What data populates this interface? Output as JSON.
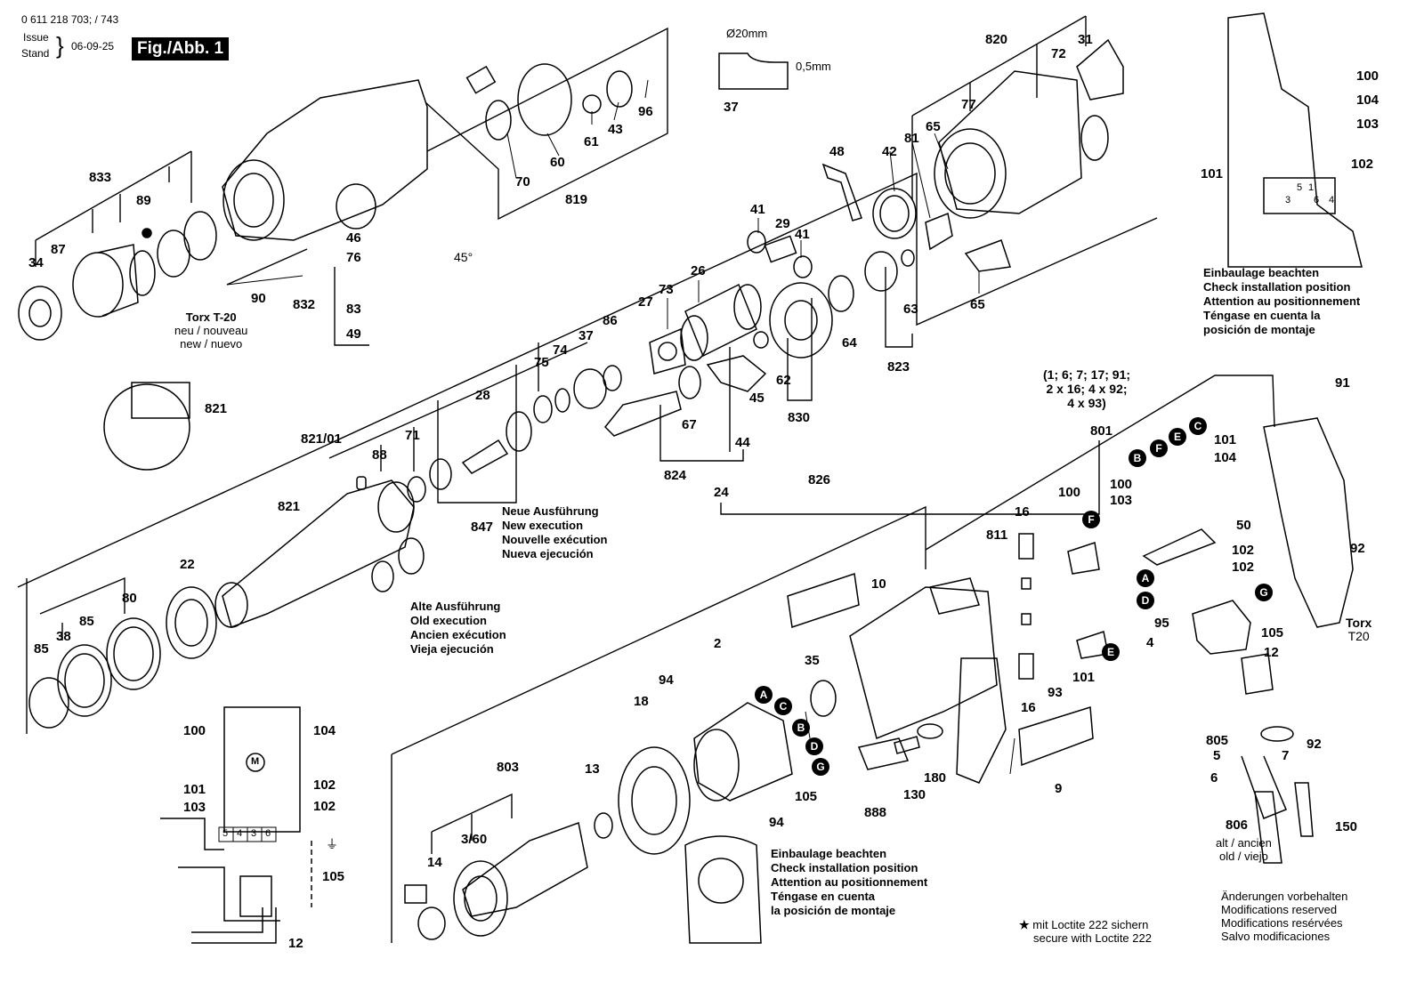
{
  "header": {
    "part_number": "0 611 218 703; / 743",
    "issue_label": "Issue",
    "stand_label": "Stand",
    "date": "06-09-25",
    "figure": "Fig./Abb. 1"
  },
  "dimension_note": {
    "diameter": "Ø20mm",
    "thickness": "0,5mm",
    "part": "37"
  },
  "angle": "45°",
  "torx_note": [
    "Torx T-20",
    "neu / nouveau",
    "new / nuevo"
  ],
  "torx_right": [
    "Torx",
    "T20"
  ],
  "new_execution": [
    "Neue Ausführung",
    "New execution",
    "Nouvelle exécution",
    "Nueva ejecución"
  ],
  "old_execution": [
    "Alte Ausführung",
    "Old execution",
    "Ancien exécution",
    "Vieja ejecución"
  ],
  "install_note_top": [
    "Einbaulage beachten",
    "Check installation position",
    "Attention au positionnement",
    "Téngase en cuenta la",
    "posición de montaje"
  ],
  "install_note_bottom": [
    "Einbaulage beachten",
    "Check installation position",
    "Attention au positionnement",
    "Téngase en cuenta",
    "la posición de montaje"
  ],
  "set_note": [
    "(1; 6; 7; 17; 91;",
    "2 x 16; 4 x 92;",
    "4 x 93)"
  ],
  "loctite_note": [
    "mit Loctite 222 sichern",
    "secure with Loctite 222"
  ],
  "modifications": [
    "Änderungen vorbehalten",
    "Modifications reserved",
    "Modifications resérvées",
    "Salvo modificaciones"
  ],
  "alt_note": [
    "alt / ancien",
    "old / viejo"
  ],
  "switch_terminals": [
    "5",
    "4",
    "3",
    "6"
  ],
  "inset_terminals": [
    "3",
    "5",
    "1",
    "6",
    "4"
  ],
  "part_labels": [
    {
      "id": "p833",
      "text": "833"
    },
    {
      "id": "p89",
      "text": "89"
    },
    {
      "id": "p87",
      "text": "87"
    },
    {
      "id": "p34",
      "text": "34"
    },
    {
      "id": "p46",
      "text": "46"
    },
    {
      "id": "p76",
      "text": "76"
    },
    {
      "id": "p90",
      "text": "90"
    },
    {
      "id": "p832",
      "text": "832"
    },
    {
      "id": "p83",
      "text": "83"
    },
    {
      "id": "p49",
      "text": "49"
    },
    {
      "id": "p70",
      "text": "70"
    },
    {
      "id": "p60",
      "text": "60"
    },
    {
      "id": "p61",
      "text": "61"
    },
    {
      "id": "p43",
      "text": "43"
    },
    {
      "id": "p96",
      "text": "96"
    },
    {
      "id": "p819",
      "text": "819"
    },
    {
      "id": "p820",
      "text": "820"
    },
    {
      "id": "p72",
      "text": "72"
    },
    {
      "id": "p31",
      "text": "31"
    },
    {
      "id": "p77",
      "text": "77"
    },
    {
      "id": "p65a",
      "text": "65"
    },
    {
      "id": "p81",
      "text": "81"
    },
    {
      "id": "p42",
      "text": "42"
    },
    {
      "id": "p48",
      "text": "48"
    },
    {
      "id": "p41a",
      "text": "41"
    },
    {
      "id": "p29",
      "text": "29"
    },
    {
      "id": "p41b",
      "text": "41"
    },
    {
      "id": "p26",
      "text": "26"
    },
    {
      "id": "p27",
      "text": "27"
    },
    {
      "id": "p73",
      "text": "73"
    },
    {
      "id": "p65b",
      "text": "65"
    },
    {
      "id": "p63",
      "text": "63"
    },
    {
      "id": "p64",
      "text": "64"
    },
    {
      "id": "p62",
      "text": "62"
    },
    {
      "id": "p830",
      "text": "830"
    },
    {
      "id": "p823",
      "text": "823"
    },
    {
      "id": "p86",
      "text": "86"
    },
    {
      "id": "p37b",
      "text": "37"
    },
    {
      "id": "p74",
      "text": "74"
    },
    {
      "id": "p75",
      "text": "75"
    },
    {
      "id": "p28",
      "text": "28"
    },
    {
      "id": "p45",
      "text": "45"
    },
    {
      "id": "p67",
      "text": "67"
    },
    {
      "id": "p44",
      "text": "44"
    },
    {
      "id": "p824",
      "text": "824"
    },
    {
      "id": "p24",
      "text": "24"
    },
    {
      "id": "p826",
      "text": "826"
    },
    {
      "id": "p821a",
      "text": "821"
    },
    {
      "id": "p82101",
      "text": "821/01"
    },
    {
      "id": "p88",
      "text": "88"
    },
    {
      "id": "p71",
      "text": "71"
    },
    {
      "id": "p821b",
      "text": "821"
    },
    {
      "id": "p847",
      "text": "847"
    },
    {
      "id": "p22",
      "text": "22"
    },
    {
      "id": "p80",
      "text": "80"
    },
    {
      "id": "p85a",
      "text": "85"
    },
    {
      "id": "p38",
      "text": "38"
    },
    {
      "id": "p85b",
      "text": "85"
    },
    {
      "id": "p801",
      "text": "801"
    },
    {
      "id": "p91",
      "text": "91"
    },
    {
      "id": "p100a",
      "text": "100"
    },
    {
      "id": "p103a",
      "text": "103"
    },
    {
      "id": "p101a",
      "text": "101"
    },
    {
      "id": "p104a",
      "text": "104"
    },
    {
      "id": "p100b",
      "text": "100"
    },
    {
      "id": "p16a",
      "text": "16"
    },
    {
      "id": "p811",
      "text": "811"
    },
    {
      "id": "p50",
      "text": "50"
    },
    {
      "id": "p102a",
      "text": "102"
    },
    {
      "id": "p102b",
      "text": "102"
    },
    {
      "id": "p92a",
      "text": "92"
    },
    {
      "id": "p95",
      "text": "95"
    },
    {
      "id": "p4",
      "text": "4"
    },
    {
      "id": "p105a",
      "text": "105"
    },
    {
      "id": "p12a",
      "text": "12"
    },
    {
      "id": "p10",
      "text": "10"
    },
    {
      "id": "p93",
      "text": "93"
    },
    {
      "id": "p101b",
      "text": "101"
    },
    {
      "id": "p16b",
      "text": "16"
    },
    {
      "id": "p35",
      "text": "35"
    },
    {
      "id": "p2",
      "text": "2"
    },
    {
      "id": "p94a",
      "text": "94"
    },
    {
      "id": "p18",
      "text": "18"
    },
    {
      "id": "p105b",
      "text": "105"
    },
    {
      "id": "p94b",
      "text": "94"
    },
    {
      "id": "p180",
      "text": "180"
    },
    {
      "id": "p130",
      "text": "130"
    },
    {
      "id": "p888",
      "text": "888"
    },
    {
      "id": "p9",
      "text": "9"
    },
    {
      "id": "p803",
      "text": "803"
    },
    {
      "id": "p13",
      "text": "13"
    },
    {
      "id": "p360",
      "text": "3/60"
    },
    {
      "id": "p14",
      "text": "14"
    },
    {
      "id": "p92b",
      "text": "92"
    },
    {
      "id": "p805",
      "text": "805"
    },
    {
      "id": "p5",
      "text": "5"
    },
    {
      "id": "p7",
      "text": "7"
    },
    {
      "id": "p6",
      "text": "6"
    },
    {
      "id": "p806",
      "text": "806"
    },
    {
      "id": "p150",
      "text": "150"
    },
    {
      "id": "p100c",
      "text": "100"
    },
    {
      "id": "p104c",
      "text": "104"
    },
    {
      "id": "p101c",
      "text": "101"
    },
    {
      "id": "p103c",
      "text": "103"
    },
    {
      "id": "p102c",
      "text": "102"
    },
    {
      "id": "p102d",
      "text": "102"
    },
    {
      "id": "p105c",
      "text": "105"
    },
    {
      "id": "p12c",
      "text": "12"
    },
    {
      "id": "p100d",
      "text": "100"
    },
    {
      "id": "p104d",
      "text": "104"
    },
    {
      "id": "p103d",
      "text": "103"
    },
    {
      "id": "p101d",
      "text": "101"
    },
    {
      "id": "p102e",
      "text": "102"
    }
  ],
  "wire_markers": [
    {
      "id": "mB1",
      "text": "B"
    },
    {
      "id": "mF1",
      "text": "F"
    },
    {
      "id": "mE1",
      "text": "E"
    },
    {
      "id": "mC1",
      "text": "C"
    },
    {
      "id": "mF2",
      "text": "F"
    },
    {
      "id": "mE2",
      "text": "E"
    },
    {
      "id": "mA1",
      "text": "A"
    },
    {
      "id": "mD1",
      "text": "D"
    },
    {
      "id": "mG1",
      "text": "G"
    },
    {
      "id": "mA2",
      "text": "A"
    },
    {
      "id": "mC2",
      "text": "C"
    },
    {
      "id": "mB2",
      "text": "B"
    },
    {
      "id": "mD2",
      "text": "D"
    },
    {
      "id": "mG2",
      "text": "G"
    }
  ]
}
